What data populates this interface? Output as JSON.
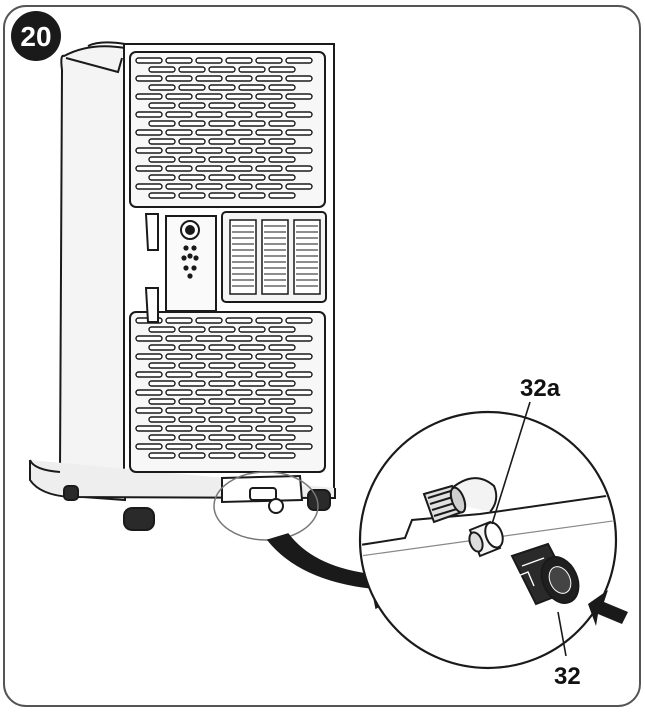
{
  "figure": {
    "step_number": "20",
    "labels": {
      "cap_part": "32a",
      "cap": "32"
    }
  },
  "colors": {
    "outline": "#1a1a1a",
    "badge_bg": "#1a1a1a",
    "badge_text": "#ffffff",
    "unit_body": "#f4f4f4",
    "shade": "#d9d9d9",
    "cap_dark": "#2a2a2a",
    "arrow": "#1a1a1a"
  }
}
